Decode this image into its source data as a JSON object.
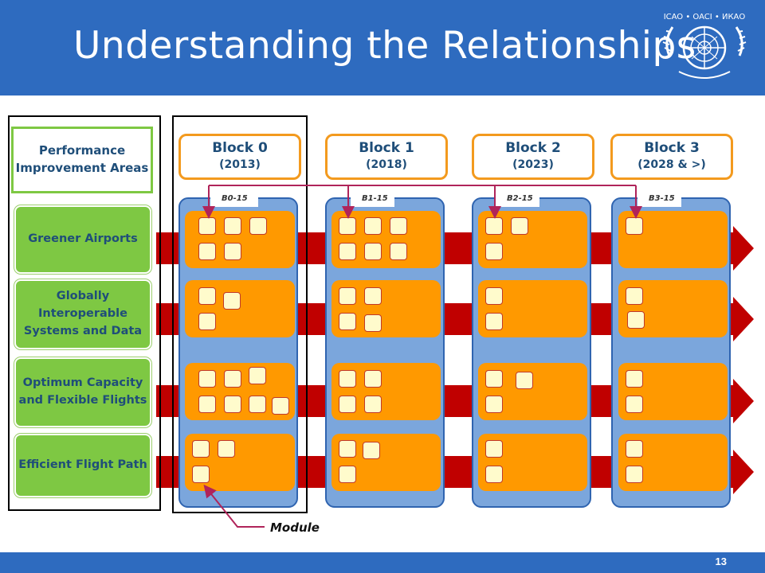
{
  "title": "Understanding the Relationships",
  "logo_text": "ICAO • OACI • ИКАО",
  "page_number": "13",
  "pia_header": "Performance Improvement Areas",
  "pias": [
    {
      "label": "Greener Airports"
    },
    {
      "label": "Globally Interoperable Systems and Data"
    },
    {
      "label": "Optimum Capacity and Flexible Flights"
    },
    {
      "label": "Efficient Flight Path"
    }
  ],
  "blocks": [
    {
      "name": "Block 0",
      "year": "(2013)",
      "tab": "B0-15"
    },
    {
      "name": "Block 1",
      "year": "(2018)",
      "tab": "B1-15"
    },
    {
      "name": "Block 2",
      "year": "(2023)",
      "tab": "B2-15"
    },
    {
      "name": "Block 3",
      "year": "(2028 & >)",
      "tab": "B3-15"
    }
  ],
  "module_label": "Module",
  "colors": {
    "header": "#2e6bbf",
    "arrow": "#c00000",
    "pia": "#7ec843",
    "cell": "#ff9900",
    "column": "#7ba6dc",
    "block_border": "#f39a1e",
    "text": "#1f4e79"
  }
}
